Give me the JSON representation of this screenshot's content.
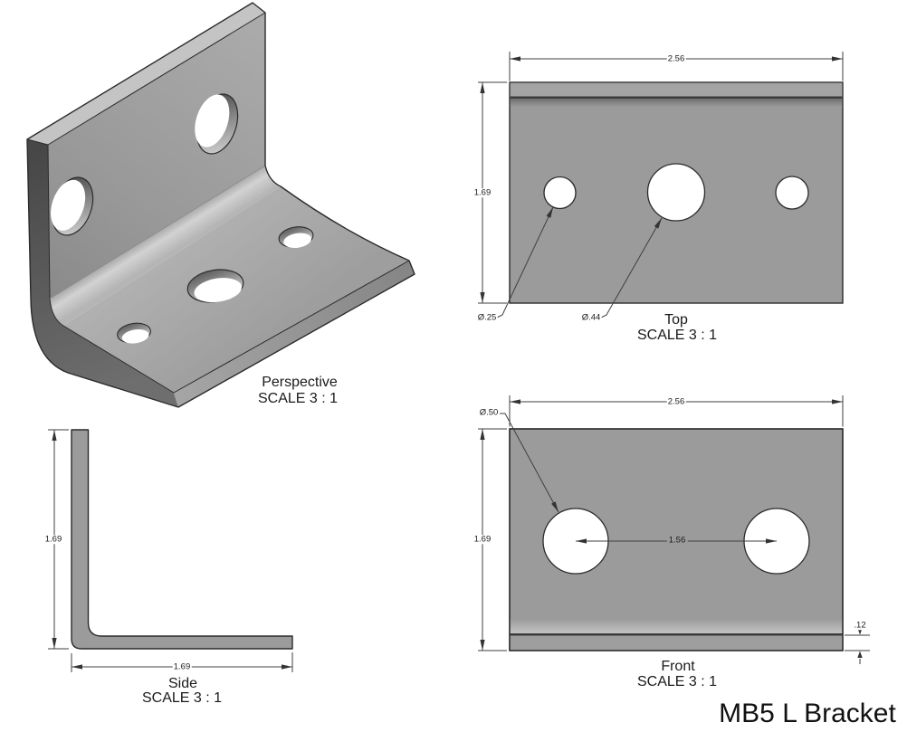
{
  "title": "MB5 L Bracket",
  "colors": {
    "background": "#ffffff",
    "plate_gray": "#9b9b9b",
    "edge_dark": "#2b2b2b",
    "dimension_line": "#3f3f3f",
    "text": "#1a1a1a"
  },
  "views": {
    "perspective": {
      "label": "Perspective",
      "scale_label": "SCALE 3 : 1"
    },
    "top": {
      "label": "Top",
      "scale_label": "SCALE 3 : 1",
      "dims": {
        "overall_width": "2.56",
        "overall_depth": "1.69",
        "small_hole_dia": "Ø.25",
        "large_hole_dia": "Ø.44"
      }
    },
    "side": {
      "label": "Side",
      "scale_label": "SCALE 3 : 1",
      "dims": {
        "leg_height": "1.69",
        "leg_depth": "1.69"
      }
    },
    "front": {
      "label": "Front",
      "scale_label": "SCALE 3 : 1",
      "dims": {
        "overall_width": "2.56",
        "overall_height": "1.69",
        "hole_dia": "Ø.50",
        "hole_spacing": "1.56",
        "thickness": ".12"
      }
    }
  }
}
